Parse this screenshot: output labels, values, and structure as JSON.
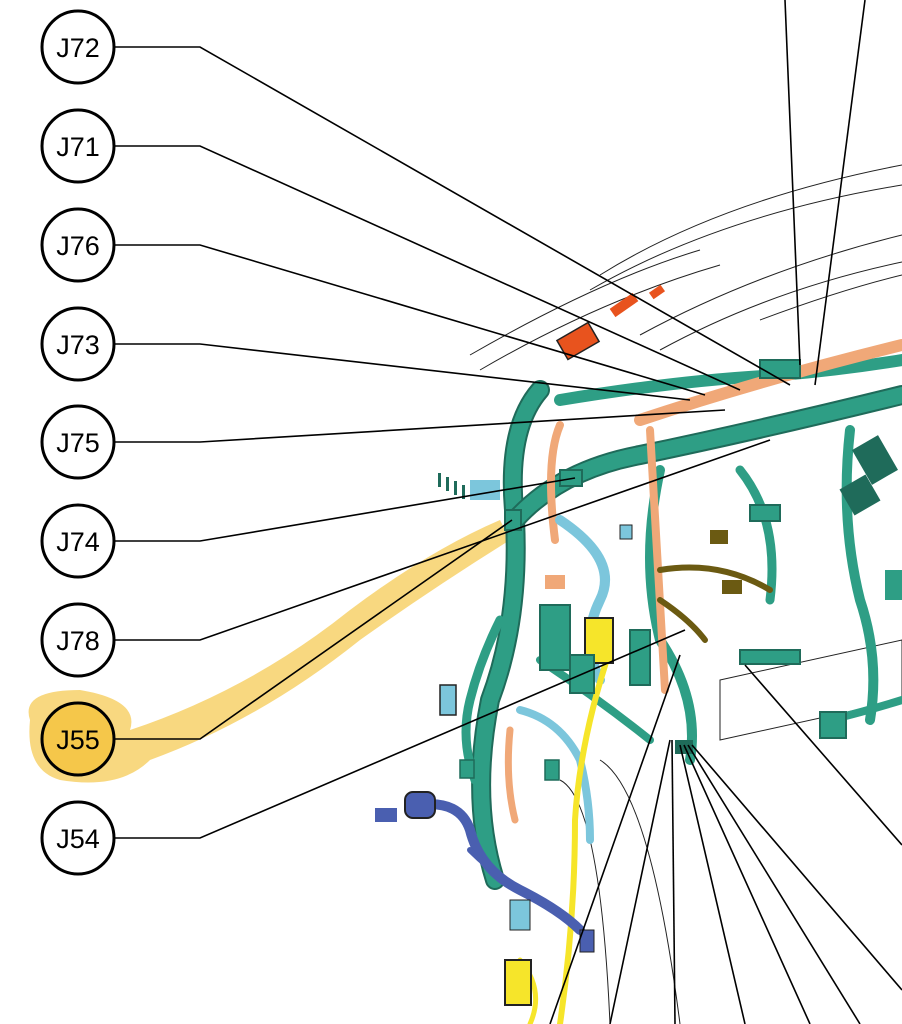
{
  "callouts": [
    {
      "id": "J72",
      "label": "J72",
      "highlighted": false
    },
    {
      "id": "J71",
      "label": "J71",
      "highlighted": false
    },
    {
      "id": "J76",
      "label": "J76",
      "highlighted": false
    },
    {
      "id": "J73",
      "label": "J73",
      "highlighted": false
    },
    {
      "id": "J75",
      "label": "J75",
      "highlighted": false
    },
    {
      "id": "J74",
      "label": "J74",
      "highlighted": false
    },
    {
      "id": "J78",
      "label": "J78",
      "highlighted": false
    },
    {
      "id": "J55",
      "label": "J55",
      "highlighted": true
    },
    {
      "id": "J54",
      "label": "J54",
      "highlighted": false
    }
  ],
  "colors": {
    "harness_main": "#2e9e85",
    "harness_dark": "#1f6b5a",
    "harness_orange": "#f0a878",
    "connector_red": "#e8531e",
    "harness_yellow": "#f6e52a",
    "harness_blue": "#4a5fb0",
    "harness_lightblue": "#7cc6dc",
    "harness_olive": "#6b5a12",
    "highlight": "#f5c74a"
  }
}
